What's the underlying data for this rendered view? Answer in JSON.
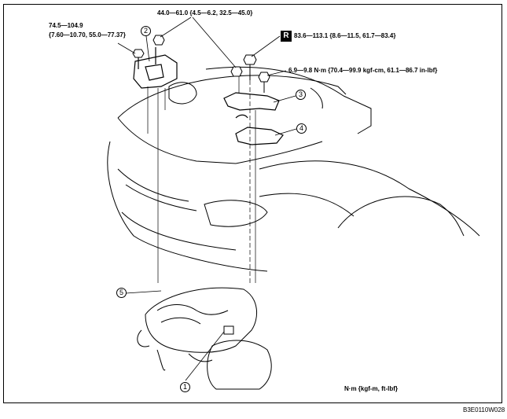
{
  "torques": {
    "t1_line1": "74.5—104.9",
    "t1_line2": "{7.60—10.70, 55.0—77.37}",
    "t2": "44.0—61.0 {4.5—6.2, 32.5—45.0}",
    "t3": "83.6—113.1 {8.6—11.5, 61.7—83.4}",
    "t4": "6.9—9.8 N·m {70.4—99.9 kgf-cm, 61.1—86.7 in-lbf}"
  },
  "badge": "R",
  "callouts": [
    "1",
    "2",
    "3",
    "4",
    "5"
  ],
  "units": "N·m {kgf-m, ft-lbf}",
  "figure_code": "B3E0110W028",
  "colors": {
    "line": "#000000",
    "faint": "#555555",
    "background": "#ffffff"
  }
}
